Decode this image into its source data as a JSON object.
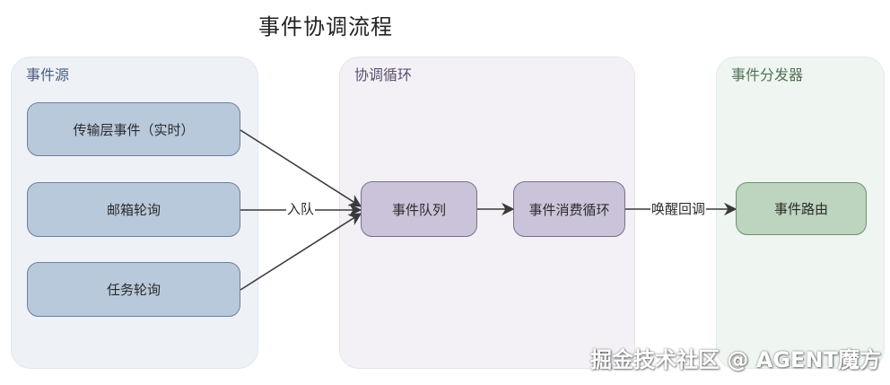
{
  "title": "事件协调流程",
  "groups": {
    "source": {
      "label": "事件源"
    },
    "coordination": {
      "label": "协调循环"
    },
    "dispatcher": {
      "label": "事件分发器"
    }
  },
  "nodes": {
    "transport": "传输层事件（实时）",
    "mailbox": "邮箱轮询",
    "task": "任务轮询",
    "queue": "事件队列",
    "loop": "事件消费循环",
    "router": "事件路由"
  },
  "edges": {
    "enqueue_label": "入队",
    "wakeup_label": "唤醒回调"
  },
  "colors": {
    "source_node": "#b9c9dc",
    "coordination_node": "#cbc3d9",
    "dispatcher_node": "#bdd4bf",
    "edge": "#3a3a3a"
  },
  "watermark": "掘金技术社区 @ AGENT魔方"
}
